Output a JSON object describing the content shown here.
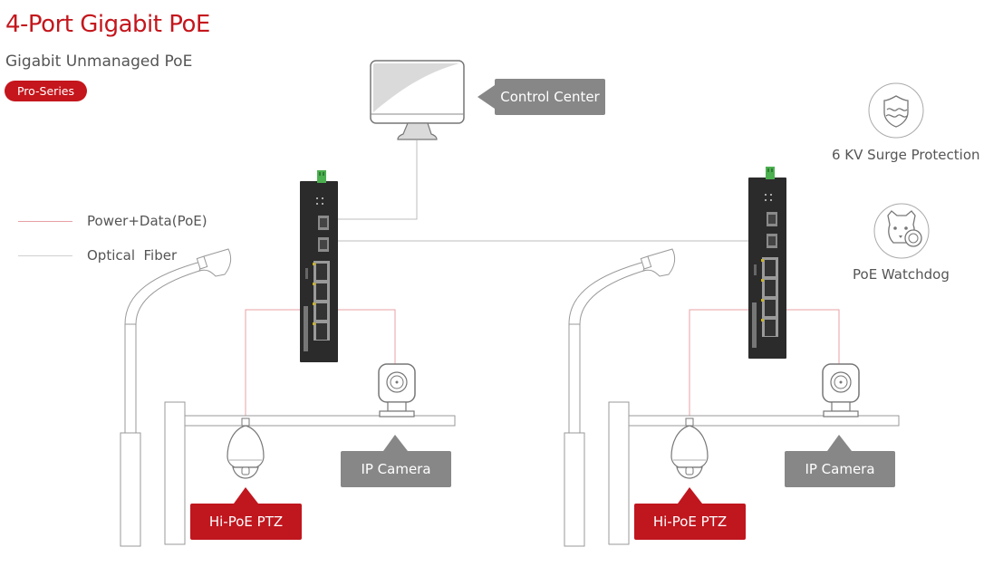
{
  "header": {
    "title": "4-Port Gigabit PoE",
    "subtitle": "Gigabit Unmanaged PoE",
    "badge": "Pro-Series"
  },
  "legend": [
    {
      "label": "Power+Data(PoE)",
      "color": "#e8a0a4"
    },
    {
      "label": "Optical  Fiber",
      "color": "#cfcfcf"
    }
  ],
  "nodes": {
    "control_center": "Control Center",
    "ip_camera": "IP Camera",
    "ptz": "Hi-PoE PTZ"
  },
  "features": [
    {
      "label": "6 KV Surge Protection",
      "icon": "shield-waves-icon"
    },
    {
      "label": "PoE Watchdog",
      "icon": "watchdog-icon"
    }
  ],
  "colors": {
    "brand_red": "#c4161c",
    "callout_gray": "#878787",
    "switch_body": "#2b2b2b",
    "terminal_green": "#4caf50",
    "line_gray": "#bdbdbd"
  }
}
